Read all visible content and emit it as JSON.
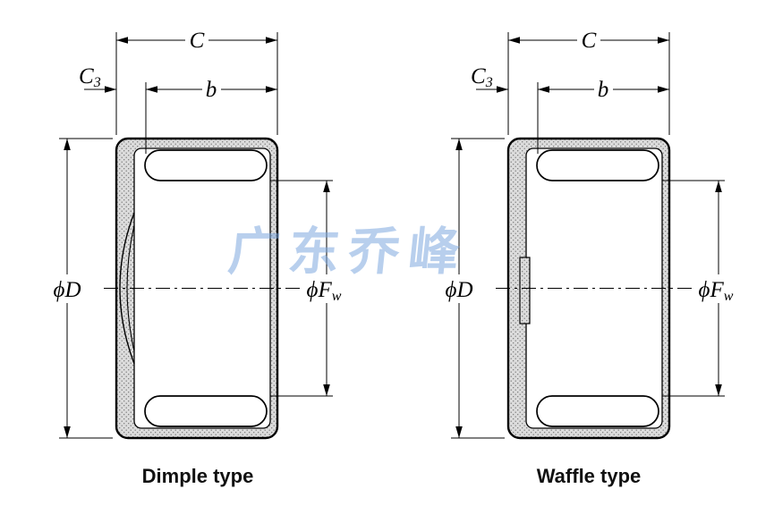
{
  "watermark": {
    "text": "广东乔峰"
  },
  "labels": {
    "c": "C",
    "c3_main": "C",
    "c3_sub": "3",
    "b": "b",
    "phi_d": "ϕD",
    "phi_fw_main": "ϕF",
    "phi_fw_sub": "w"
  },
  "diagrams": [
    {
      "caption": "Dimple type"
    },
    {
      "caption": "Waffle type"
    }
  ],
  "colors": {
    "watermark": "#7FA9E0",
    "line": "#000000",
    "shell_fill": "#DCDCDC",
    "stipple_dot": "#777777"
  }
}
